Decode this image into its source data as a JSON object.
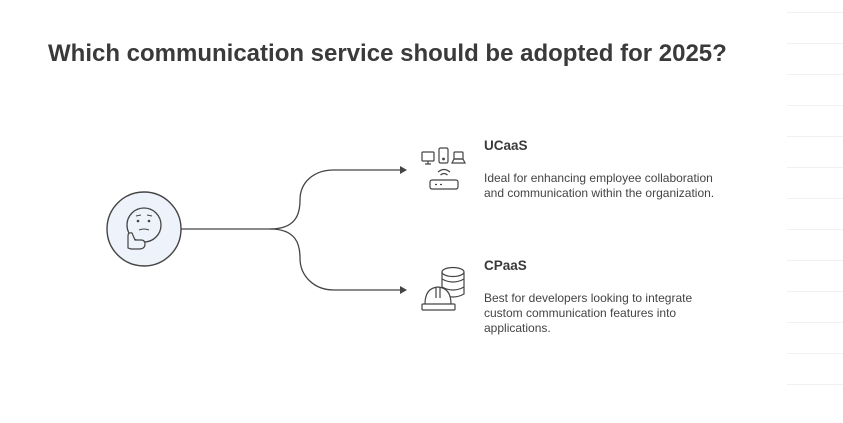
{
  "title": "Which communication service should be adopted for 2025?",
  "icons": {
    "root": "thinking-face-icon",
    "option_1": "devices-network-icon",
    "option_2": "database-hardhat-icon"
  },
  "options": [
    {
      "heading": "UCaaS",
      "description": "Ideal for enhancing employee collaboration and communication within the organization."
    },
    {
      "heading": "CPaaS",
      "description": "Best for developers looking to integrate custom communication features into applications."
    }
  ],
  "colors": {
    "root_fill": "#eef2fb",
    "stroke": "#444444"
  }
}
